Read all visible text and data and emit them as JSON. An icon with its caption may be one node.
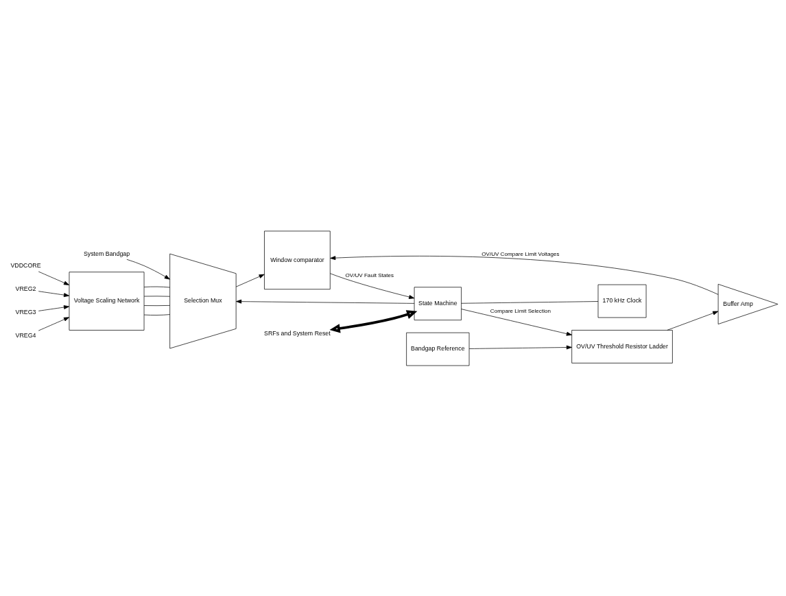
{
  "diagram": {
    "nodes": [
      {
        "text": [
          "System Bandgap"
        ]
      },
      {
        "text": [
          "VDDCORE"
        ]
      },
      {
        "text": [
          "VREG2"
        ]
      },
      {
        "text": [
          "VREG3"
        ]
      },
      {
        "text": [
          "VREG4"
        ]
      },
      {
        "text": [
          "Voltage Scaling Network"
        ]
      },
      {
        "text": [
          "Selection Mux"
        ]
      },
      {
        "text": [
          "Window comparator"
        ]
      },
      {
        "text": [
          "State Machine"
        ]
      },
      {
        "text": [
          "SRFs and System Reset"
        ]
      },
      {
        "text": [
          "170 kHz Clock"
        ]
      },
      {
        "text": [
          "Bandgap Reference"
        ]
      },
      {
        "text": [
          "OV/UV Threshold Resistor Ladder"
        ]
      },
      {
        "text": [
          "Buffer Amp"
        ]
      }
    ],
    "edges": [
      {
        "from": 0,
        "to": 6,
        "arrow": "to"
      },
      {
        "from": 1,
        "to": 5,
        "arrow": "to"
      },
      {
        "from": 2,
        "to": 5,
        "arrow": "to"
      },
      {
        "from": 3,
        "to": 5,
        "arrow": "to"
      },
      {
        "from": 4,
        "to": 5,
        "arrow": "to"
      },
      {
        "from": 5,
        "to": 6,
        "arrow": "none"
      },
      {
        "from": 5,
        "to": 6,
        "arrow": "none"
      },
      {
        "from": 5,
        "to": 6,
        "arrow": "none"
      },
      {
        "from": 5,
        "to": 6,
        "arrow": "none"
      },
      {
        "from": 6,
        "to": 7,
        "arrow": "to"
      },
      {
        "from": 8,
        "to": 6,
        "arrow": "to"
      },
      {
        "from": 7,
        "to": 8,
        "arrow": "to",
        "label": "OV/UV Fault States"
      },
      {
        "from": 9,
        "to": 8,
        "arrow": "both",
        "style": "thick"
      },
      {
        "from": 8,
        "to": 12,
        "arrow": "to",
        "label": "Compare Limit Selection"
      },
      {
        "from": 8,
        "to": 10,
        "arrow": "none"
      },
      {
        "from": 11,
        "to": 12,
        "arrow": "to"
      },
      {
        "from": 12,
        "to": 13,
        "arrow": "to"
      },
      {
        "from": 13,
        "to": 7,
        "arrow": "to",
        "label": "OV/UV Compare Limit Voltages"
      }
    ]
  }
}
